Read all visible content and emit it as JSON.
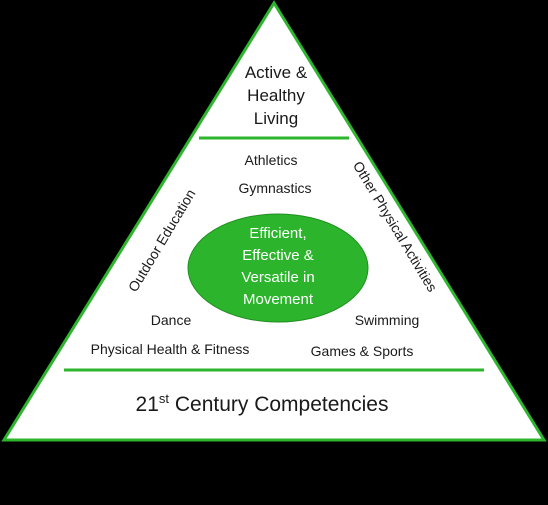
{
  "diagram": {
    "apex": {
      "lines": [
        "Active &",
        "Healthy",
        "Living"
      ]
    },
    "center": {
      "lines": [
        "Efficient,",
        "Effective &",
        "Versatile in",
        "Movement"
      ]
    },
    "activities": {
      "athletics": "Athletics",
      "gymnastics": "Gymnastics",
      "dance": "Dance",
      "physical_health": "Physical Health & Fitness",
      "swimming": "Swimming",
      "games": "Games & Sports"
    },
    "left_side_label": "Outdoor Education",
    "right_side_label": "Other Physical Activities",
    "base": {
      "prefix": "21",
      "superscript": "st",
      "suffix": " Century Competencies"
    }
  },
  "colors": {
    "background": "#000000",
    "triangle_fill": "#ffffff",
    "green_accent": "#2db52d",
    "ellipse_fill": "#2cb52c",
    "text": "#1a1a1a",
    "center_text": "#ffffff"
  }
}
